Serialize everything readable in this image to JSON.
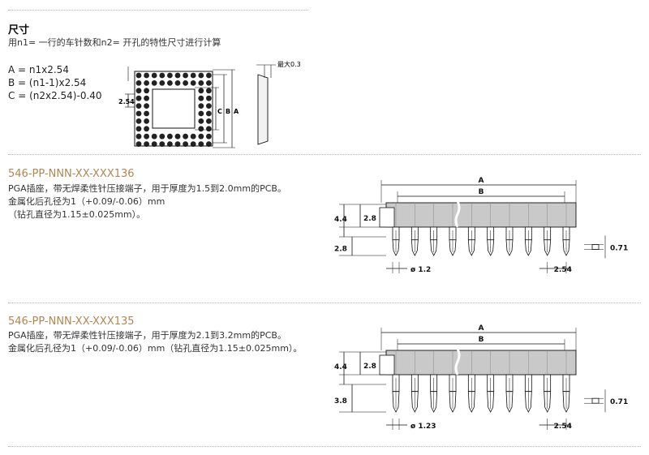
{
  "section1": {
    "title": "尺寸",
    "subtitle": "用n1= 一行的车针数和n2= 开孔的特性尺寸进行计算",
    "formulas": [
      "A = n1x2.54",
      "B = (n1-1)x2.54",
      "C = (n2x2.54)-0.40"
    ],
    "dim_left": "2.54",
    "dim_labels": [
      "C",
      "B",
      "A"
    ],
    "max_label": "最大0.3"
  },
  "section2": {
    "part_prefix": "546-PP-NNN-XX-XXX",
    "part_suffix": "136",
    "desc1": "PGA插座，带无焊柔性针压接端子，用于厚度为1.5到2.0mm的PCB。",
    "desc2": "金属化后孔径为1（+0.09/-0.06）mm",
    "desc3": "（钻孔直径为1.15±0.025mm）。",
    "dims": {
      "A": "A",
      "B": "B",
      "h_total": "4.4",
      "h_body": "2.8",
      "h_pin": "2.8",
      "dia": "ø 1.2",
      "pitch": "2.54",
      "pin_w": "0.71"
    }
  },
  "section3": {
    "part_prefix": "546-PP-NNN-XX-XXX",
    "part_suffix": "135",
    "desc1": "PGA插座，带无焊柔性针压接端子，用于厚度为2.1到3.2mm的PCB。",
    "desc2": "金属化后孔径为1（+0.09/-0.06）mm（钻孔直径为1.15±0.025mm）。",
    "dims": {
      "A": "A",
      "B": "B",
      "h_total": "4.4",
      "h_body": "2.8",
      "h_pin": "3.8",
      "dia": "ø 1.23",
      "pitch": "2.54",
      "pin_w": "0.71"
    }
  }
}
